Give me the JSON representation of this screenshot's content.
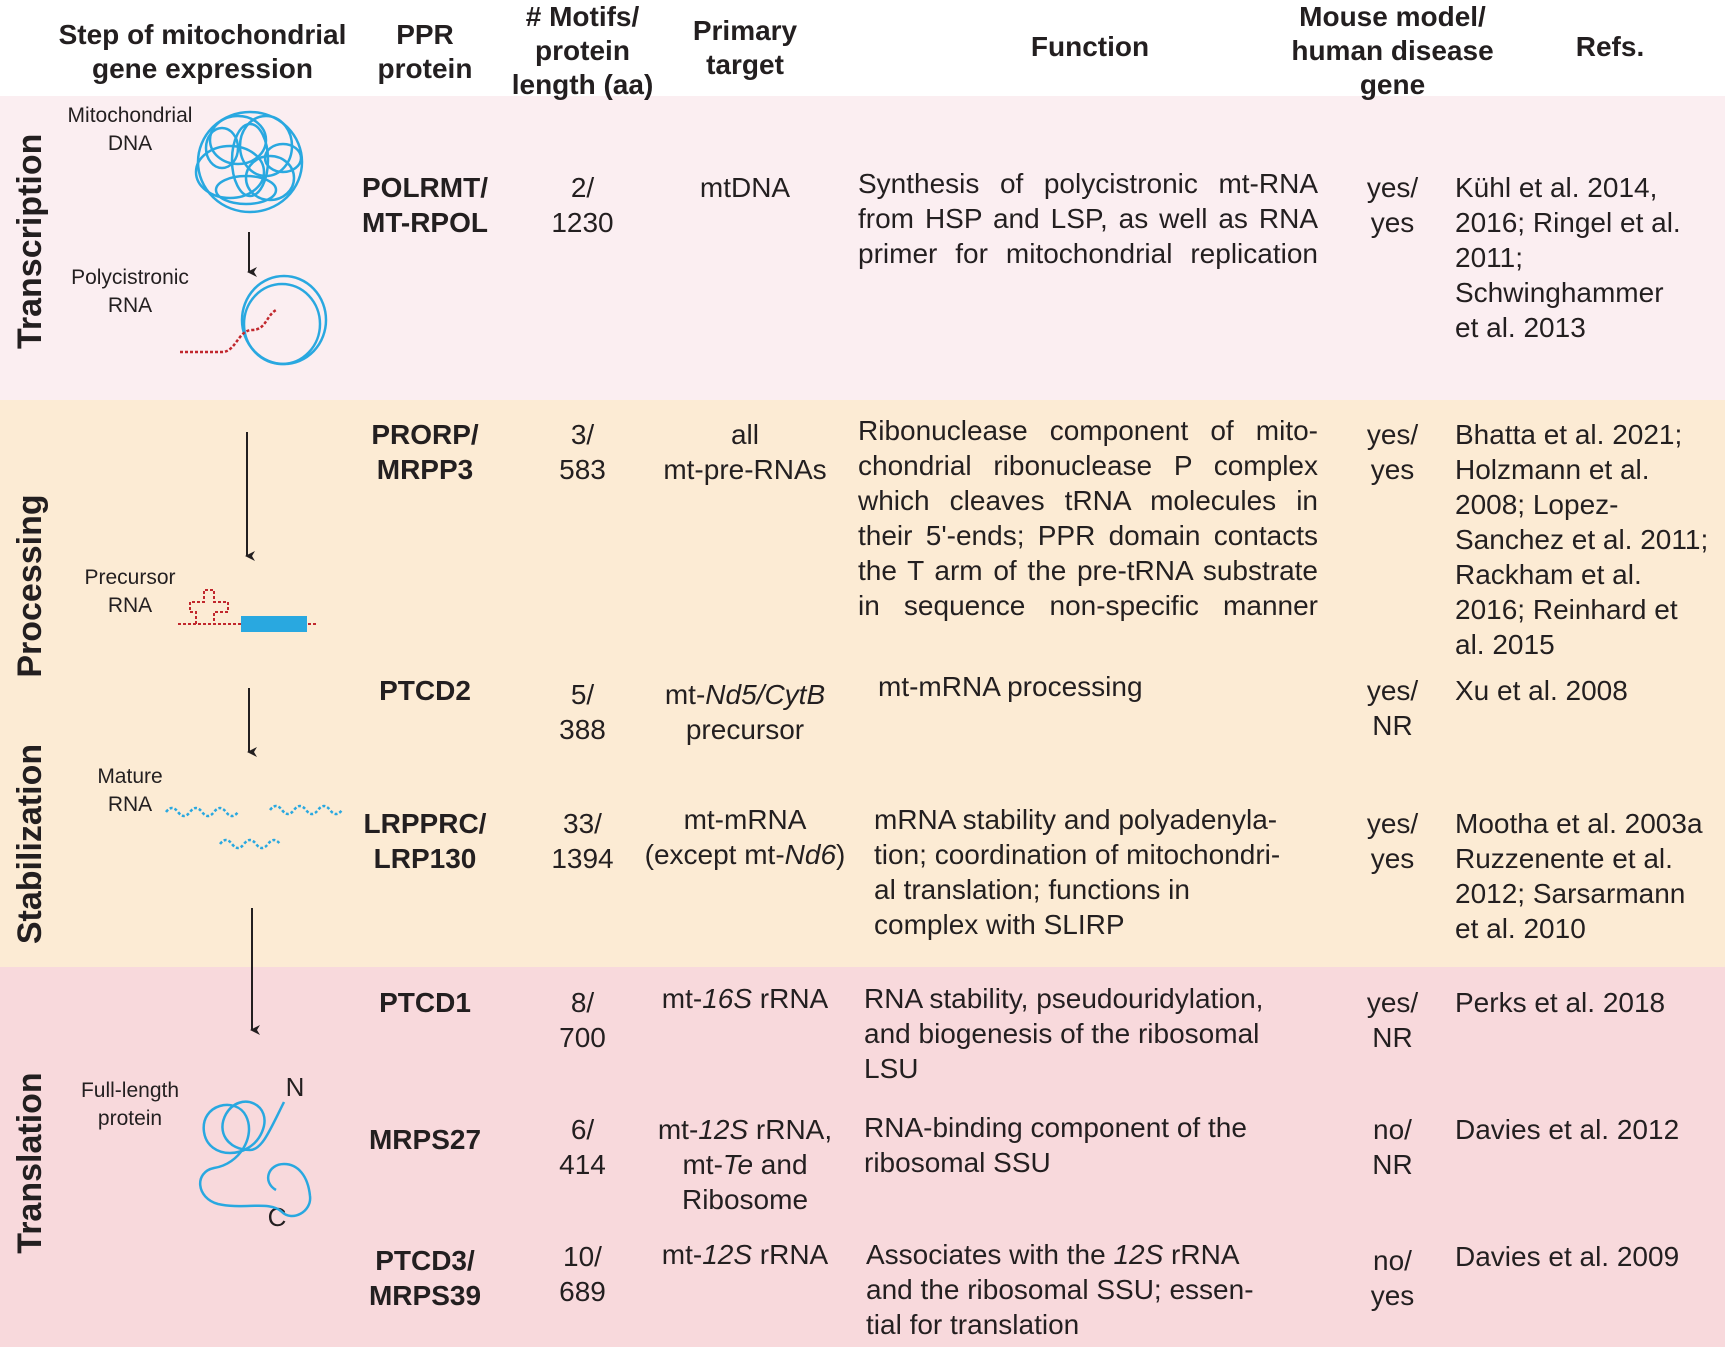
{
  "colors": {
    "transcription_band": "#fbeef1",
    "processing_band": "#fcebd4",
    "translation_band": "#f8d9dc",
    "rna_blue": "#29a8e0",
    "rna_red": "#c1272d",
    "text": "#231f20"
  },
  "headers": {
    "step": "Step of mitochondrial\ngene expression",
    "ppr": "PPR\nprotein",
    "motifs": "# Motifs/\nprotein\nlength (aa)",
    "target": "Primary\ntarget",
    "function": "Function",
    "mouse": "Mouse model/\nhuman disease\ngene",
    "refs": "Refs."
  },
  "stages": {
    "transcription": "Transcription",
    "processing": "Processing",
    "stabilization": "Stabilization",
    "translation": "Translation"
  },
  "diagram": {
    "mtdna_label": "Mitochondrial\nDNA",
    "polycistronic_label": "Polycistronic\nRNA",
    "precursor_label": "Precursor\nRNA",
    "mature_label": "Mature\nRNA",
    "protein_label": "Full-length\nprotein",
    "n_terminus": "N",
    "c_terminus": "C",
    "icons": [
      "mtdna-coil-icon",
      "polycistronic-rna-icon",
      "precursor-rna-icon",
      "mature-rna-icon",
      "protein-coil-icon",
      "down-arrow-icon"
    ]
  },
  "rows": [
    {
      "protein": "POLRMT/\nMT-RPOL",
      "motifs": "2/\n1230",
      "target": "mtDNA",
      "function": "Synthesis of polycistronic mt-RNA from HSP and LSP, as well as RNA primer for mitochondrial replication",
      "mouse": "yes/\nyes",
      "refs": "Kühl et al. 2014,\n2016; Ringel et al.\n2011;\nSchwinghammer\net al. 2013"
    },
    {
      "protein": "PRORP/\nMRPP3",
      "motifs": "3/\n583",
      "target": "all\nmt-pre-RNAs",
      "function": "Ribonuclease component of mito-chondrial ribonuclease P complex which cleaves tRNA molecules in their 5'-ends; PPR domain contacts the T arm of the pre-tRNA substrate in sequence non-specific manner",
      "mouse": "yes/\nyes",
      "refs": "Bhatta et al. 2021;\nHolzmann et al.\n2008; Lopez-\nSanchez et al. 2011;\nRackham et al.\n2016; Reinhard et\nal. 2015"
    },
    {
      "protein": "PTCD2",
      "motifs": "5/\n388",
      "target": "mt-<i>Nd5/CytB</i>\nprecursor",
      "function": "mt-mRNA processing",
      "mouse": "yes/\nNR",
      "refs": "Xu et al. 2008"
    },
    {
      "protein": "LRPPRC/\nLRP130",
      "motifs": "33/\n1394",
      "target": "mt-mRNA\n(except mt-<i>Nd6</i>)",
      "function": "mRNA stability and polyadenyla-\ntion; coordination of mitochondri-\nal translation; functions in\ncomplex with SLIRP",
      "mouse": "yes/\nyes",
      "refs": "Mootha et al. 2003a\nRuzzenente et al.\n2012; Sarsarmann\net al. 2010"
    },
    {
      "protein": "PTCD1",
      "motifs": "8/\n700",
      "target": "mt-<i>16S</i> rRNA",
      "function": "RNA stability, pseudouridylation,\nand biogenesis of the ribosomal\nLSU",
      "mouse": "yes/\nNR",
      "refs": "Perks et al. 2018"
    },
    {
      "protein": "MRPS27",
      "motifs": "6/\n414",
      "target": "mt-<i>12S</i> rRNA,\nmt-<i>Te</i> and\nRibosome",
      "function": "RNA-binding component of the\nribosomal SSU",
      "mouse": "no/\nNR",
      "refs": "Davies et al. 2012"
    },
    {
      "protein": "PTCD3/\nMRPS39",
      "motifs": "10/\n689",
      "target": "mt-<i>12S</i> rRNA",
      "function": "Associates with the <i>12S</i> rRNA\nand the ribosomal SSU; essen-\ntial for translation",
      "mouse": "no/\nyes",
      "refs": "Davies et al. 2009"
    }
  ]
}
